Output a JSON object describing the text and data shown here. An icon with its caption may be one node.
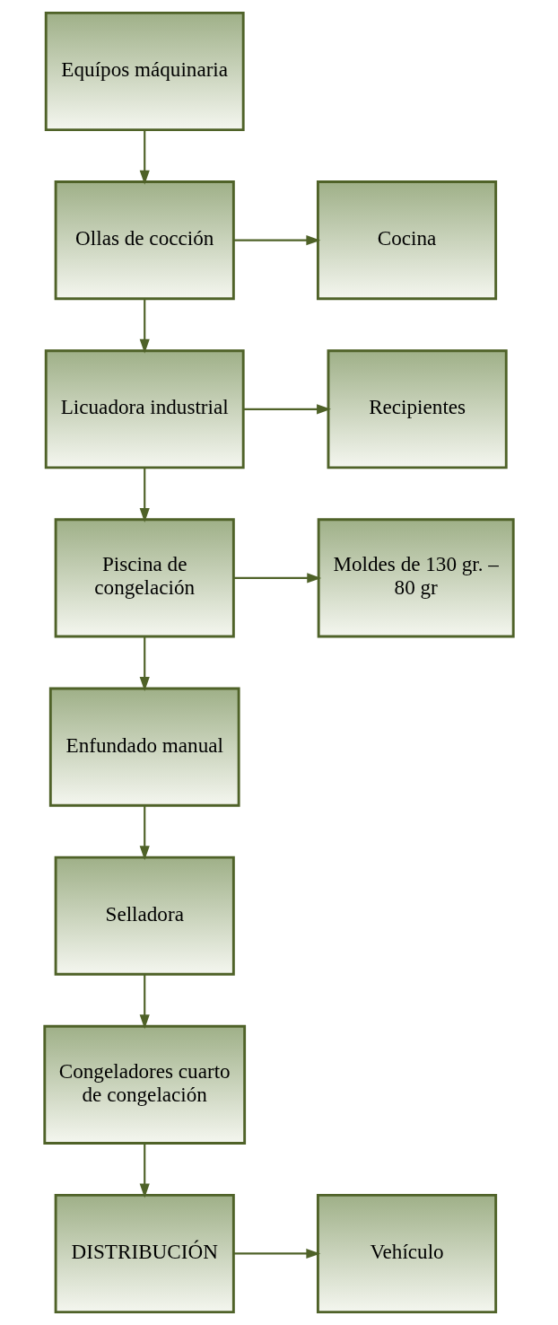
{
  "diagram": {
    "nodes": [
      {
        "text": [
          "Equípos máquinaria"
        ]
      },
      {
        "text": [
          "Ollas de cocción"
        ]
      },
      {
        "text": [
          "Cocina"
        ]
      },
      {
        "text": [
          "Licuadora industrial"
        ]
      },
      {
        "text": [
          "Recipientes"
        ]
      },
      {
        "text": [
          "Piscina de congelación"
        ]
      },
      {
        "text": [
          "Moldes de 130 gr. – 80 gr"
        ]
      },
      {
        "text": [
          "Enfundado manual"
        ]
      },
      {
        "text": [
          "Selladora"
        ]
      },
      {
        "text": [
          "Congeladores cuarto de congelación"
        ]
      },
      {
        "text": [
          "DISTRIBUCIÓN"
        ]
      },
      {
        "text": [
          "Vehículo"
        ]
      }
    ],
    "edges": [
      {
        "from": 0,
        "to": 1,
        "arrow": "to"
      },
      {
        "from": 1,
        "to": 2,
        "arrow": "to"
      },
      {
        "from": 1,
        "to": 3,
        "arrow": "to"
      },
      {
        "from": 3,
        "to": 4,
        "arrow": "to"
      },
      {
        "from": 3,
        "to": 5,
        "arrow": "to"
      },
      {
        "from": 5,
        "to": 6,
        "arrow": "to"
      },
      {
        "from": 5,
        "to": 7,
        "arrow": "to"
      },
      {
        "from": 7,
        "to": 8,
        "arrow": "to"
      },
      {
        "from": 8,
        "to": 9,
        "arrow": "to"
      },
      {
        "from": 9,
        "to": 10,
        "arrow": "to"
      },
      {
        "from": 10,
        "to": 11,
        "arrow": "to"
      }
    ]
  }
}
